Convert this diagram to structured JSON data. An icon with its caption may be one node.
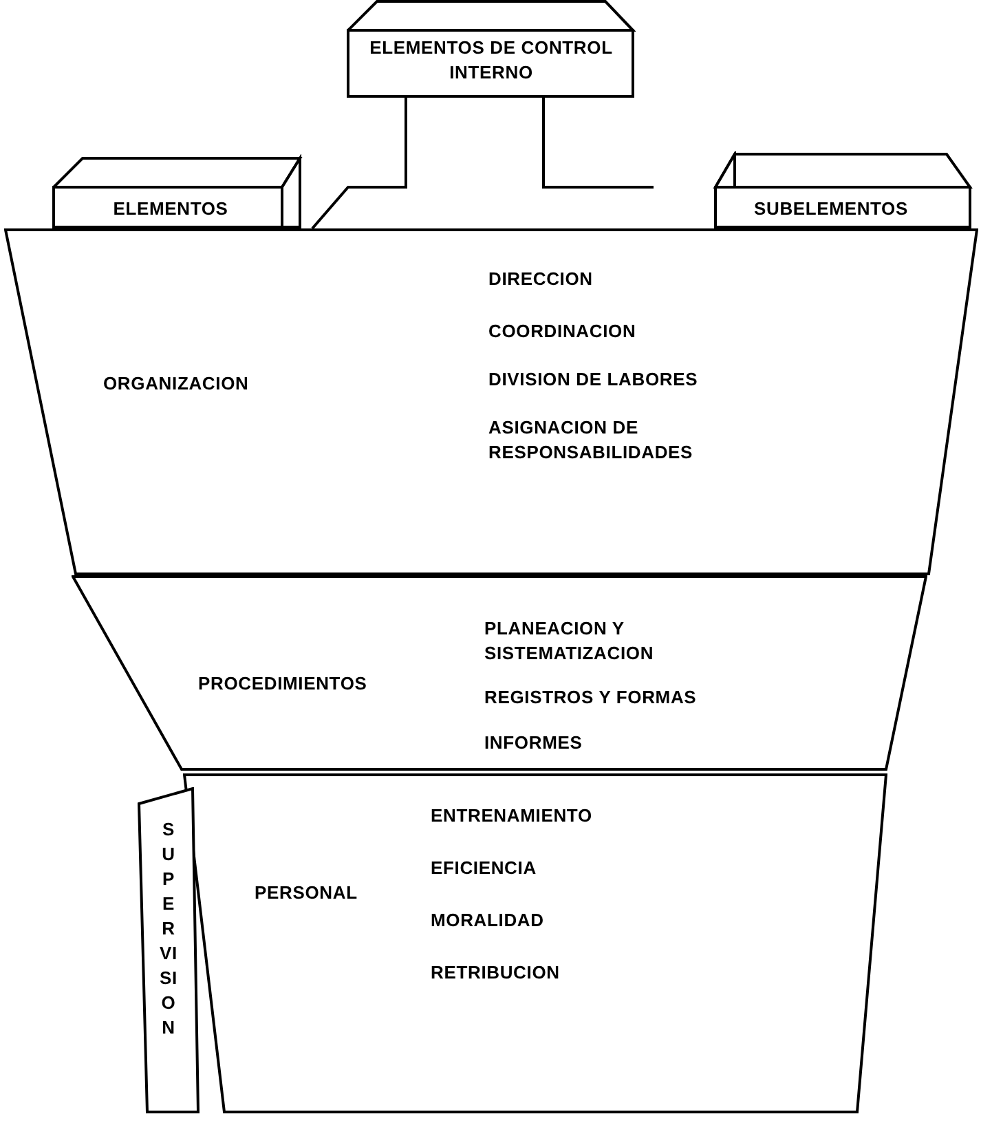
{
  "diagram": {
    "nodes": [
      {
        "text": [
          "ELEMENTOS DE CONTROL INTERNO"
        ]
      },
      {
        "text": [
          "ELEMENTOS"
        ]
      },
      {
        "text": [
          "SUBELEMENTOS"
        ]
      },
      {
        "text": [
          "ORGANIZACION",
          "DIRECCION",
          "COORDINACION",
          "DIVISION DE LABORES",
          "ASIGNACION DE RESPONSABILIDADES"
        ]
      },
      {
        "text": [
          "PROCEDIMIENTOS",
          "PLANEACION Y SISTEMATIZACION",
          "REGISTROS Y FORMAS",
          "INFORMES"
        ]
      },
      {
        "text": [
          "PERSONAL",
          "ENTRENAMIENTO",
          "EFICIENCIA",
          "MORALIDAD",
          "RETRIBUCION"
        ]
      },
      {
        "text": [
          "SUPERVISION"
        ]
      }
    ]
  }
}
